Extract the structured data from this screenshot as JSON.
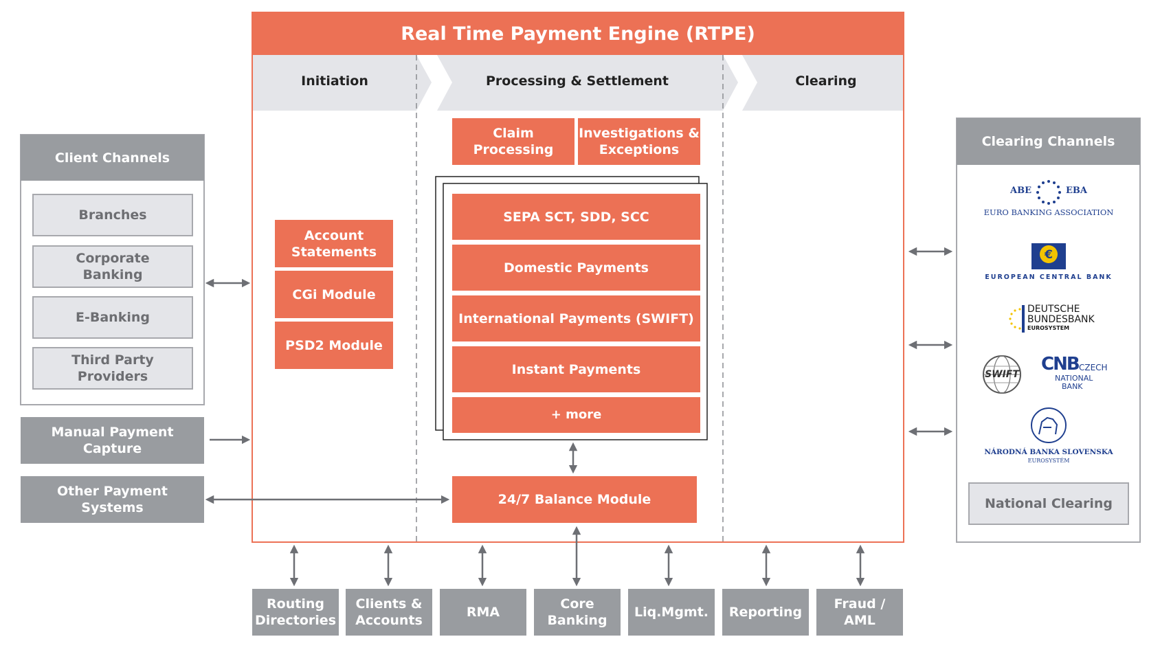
{
  "rtpe": {
    "title": "Real Time Payment Engine (RTPE)",
    "phases": [
      "Initiation",
      "Processing & Settlement",
      "Clearing"
    ],
    "initiation_modules": [
      "Account Statements",
      "CGi Module",
      "PSD2 Module"
    ],
    "top_modules": [
      "Claim Processing",
      "Investigations & Exceptions"
    ],
    "payment_stack": [
      "SEPA SCT, SDD, SCC",
      "Domestic Payments",
      "International Payments (SWIFT)",
      "Instant Payments",
      "+ more"
    ],
    "balance_module": "24/7 Balance Module"
  },
  "client_channels": {
    "title": "Client Channels",
    "items": [
      "Branches",
      "Corporate Banking",
      "E-Banking",
      "Third Party Providers"
    ]
  },
  "manual_payment_capture": "Manual Payment Capture",
  "other_payment_systems": "Other Payment Systems",
  "clearing_channels": {
    "title": "Clearing Channels",
    "abe_left": "ABE",
    "abe_right": "EBA",
    "eba_name": "EURO BANKING ASSOCIATION",
    "ecb_name": "EUROPEAN CENTRAL BANK",
    "bundesbank_line1": "DEUTSCHE",
    "bundesbank_line2": "BUNDESBANK",
    "bundesbank_line3": "EUROSYSTEM",
    "swift": "SWIFT",
    "cnb_letters": "CNB",
    "cnb_line1": "CZECH",
    "cnb_line2": "NATIONAL",
    "cnb_line3": "BANK",
    "nbs_line1": "NÁRODNÁ BANKA SLOVENSKA",
    "nbs_line2": "EUROSYSTÉM",
    "national_clearing": "National Clearing"
  },
  "backend_systems": [
    "Routing Directories",
    "Clients & Accounts",
    "RMA",
    "Core Banking",
    "Liq.Mgmt.",
    "Reporting",
    "Fraud / AML"
  ],
  "colors": {
    "orange": "#ec7155",
    "gray_header": "#999ca0",
    "gray_item": "#e4e5e9",
    "arrow": "#6d6f74"
  }
}
